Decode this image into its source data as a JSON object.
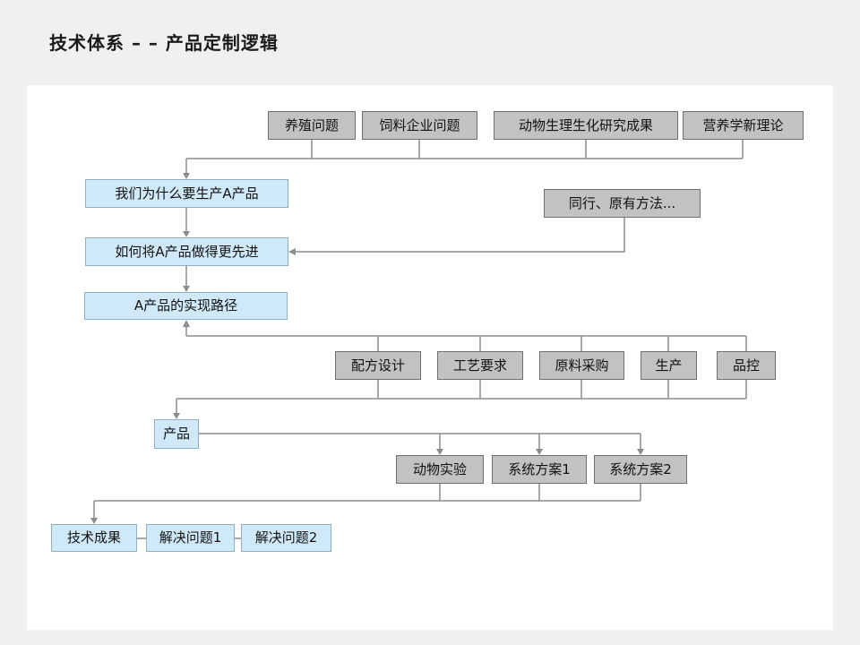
{
  "title": "技术体系 – – 产品定制逻辑",
  "colors": {
    "background": "#f0f0f0",
    "slide_background": "#ffffff",
    "title_color": "#1a1a1a",
    "gray_fill": "#c2c2c2",
    "gray_border": "#6f6f6f",
    "blue_fill": "#cfe9f9",
    "blue_border": "#8fb0c2",
    "connector": "#8c8c8c"
  },
  "diagram": {
    "sources": [
      {
        "label": "养殖问题"
      },
      {
        "label": "饲料企业问题"
      },
      {
        "label": "动物生理生化研究成果"
      },
      {
        "label": "营养学新理论"
      }
    ],
    "reference": {
      "label": "同行、原有方法..."
    },
    "questions": [
      {
        "label": "我们为什么要生产A产品"
      },
      {
        "label": "如何将A产品做得更先进"
      },
      {
        "label": "A产品的实现路径"
      }
    ],
    "process": [
      {
        "label": "配方设计"
      },
      {
        "label": "工艺要求"
      },
      {
        "label": "原料采购"
      },
      {
        "label": "生产"
      },
      {
        "label": "品控"
      }
    ],
    "product": {
      "label": "产品"
    },
    "validation": [
      {
        "label": "动物实验"
      },
      {
        "label": "系统方案1"
      },
      {
        "label": "系统方案2"
      }
    ],
    "outcomes": [
      {
        "label": "技术成果"
      },
      {
        "label": "解决问题1"
      },
      {
        "label": "解决问题2"
      }
    ]
  }
}
